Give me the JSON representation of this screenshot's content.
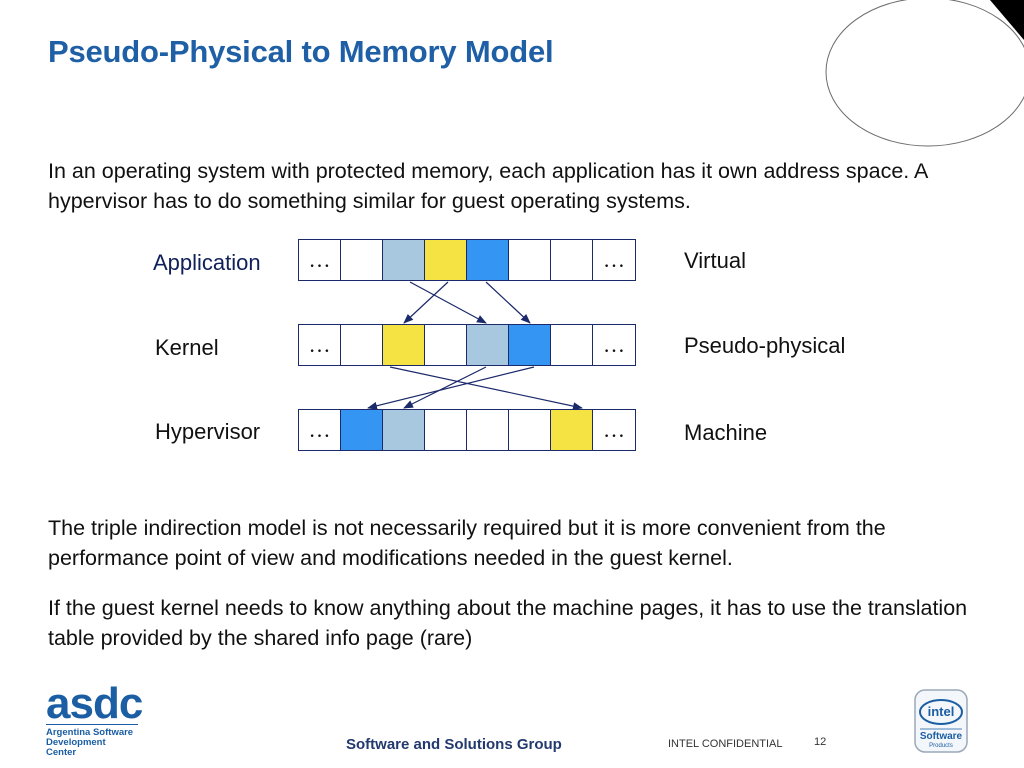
{
  "title": "Pseudo-Physical to Memory Model",
  "intro": " In an operating system with protected memory, each application has it own address space. A hypervisor has to do something similar for guest operating systems.",
  "diagram": {
    "rows": [
      {
        "left_label": "Application",
        "right_label": "Virtual",
        "cells": [
          "…",
          "",
          "",
          "",
          "",
          "",
          "",
          "…"
        ],
        "fills": [
          "#ffffff",
          "#ffffff",
          "#a8c8df",
          "#f4e343",
          "#3595f2",
          "#ffffff",
          "#ffffff",
          "#ffffff"
        ]
      },
      {
        "left_label": "Kernel",
        "right_label": "Pseudo-physical",
        "cells": [
          "…",
          "",
          "",
          "",
          "",
          "",
          "",
          "…"
        ],
        "fills": [
          "#ffffff",
          "#ffffff",
          "#f4e343",
          "#ffffff",
          "#a8c8df",
          "#3595f2",
          "#ffffff",
          "#ffffff"
        ]
      },
      {
        "left_label": "Hypervisor",
        "right_label": "Machine",
        "cells": [
          "…",
          "",
          "",
          "",
          "",
          "",
          "",
          "…"
        ],
        "fills": [
          "#ffffff",
          "#3595f2",
          "#a8c8df",
          "#ffffff",
          "#ffffff",
          "#ffffff",
          "#f4e343",
          "#ffffff"
        ]
      }
    ],
    "arrow_color": "#1b2a6b"
  },
  "para2": " The triple indirection model is not necessarily required but it is more convenient from the performance point of view and modifications needed in the guest kernel.",
  "para3": " If the guest kernel needs to know anything about the machine pages, it has to use the translation table provided by the shared info page (rare)",
  "footer": {
    "logo_word": "asdc",
    "logo_sub_1": "Argentina Software",
    "logo_sub_2": "Development Center",
    "group": "Software and Solutions Group",
    "confidential": "INTEL CONFIDENTIAL",
    "page": "12",
    "badge_word": "intel",
    "badge_sub_1": "Software",
    "badge_sub_2": "Products"
  },
  "colors": {
    "title": "#1f5fa6",
    "brand": "#1b5ea3"
  }
}
